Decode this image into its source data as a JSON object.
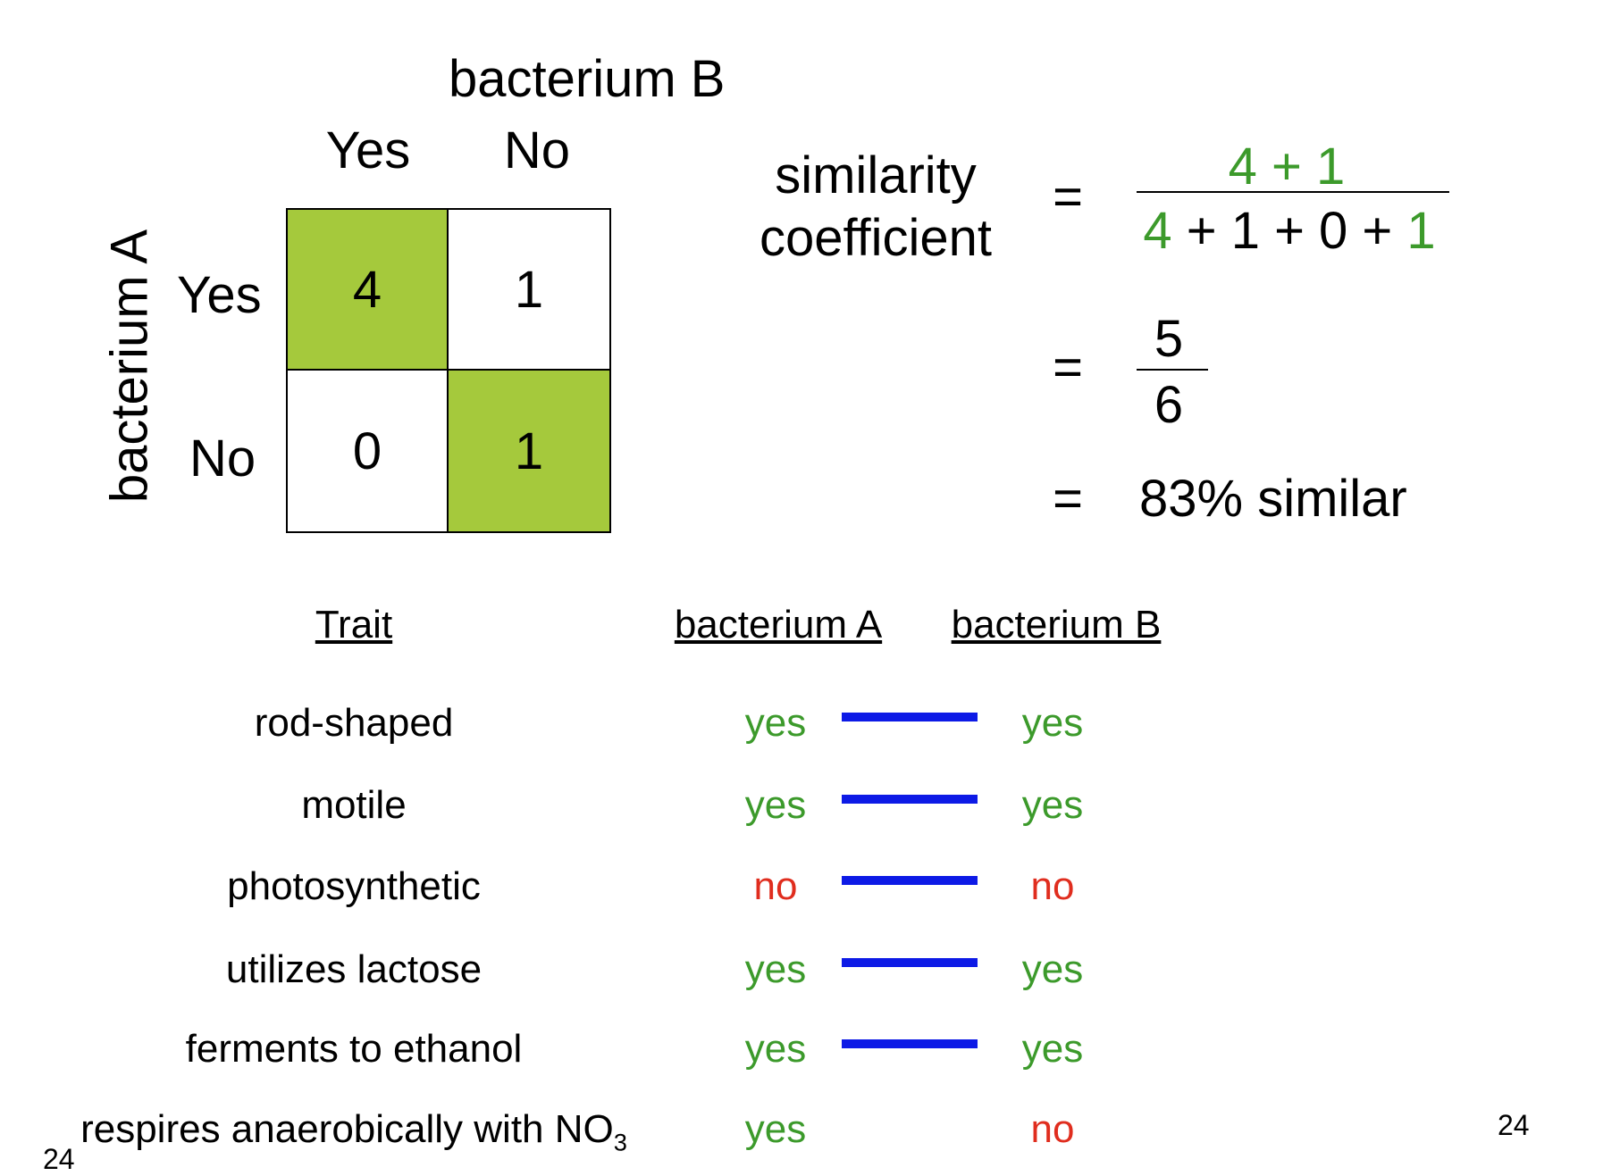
{
  "matrix": {
    "col_title": "bacterium B",
    "row_title": "bacterium A",
    "col_labels": [
      "Yes",
      "No"
    ],
    "row_labels": [
      "Yes",
      "No"
    ],
    "cells": [
      [
        "4",
        "1"
      ],
      [
        "0",
        "1"
      ]
    ],
    "match_color": "#a5c93c"
  },
  "formula": {
    "label_line1": "similarity",
    "label_line2": "coefficient",
    "equals": "=",
    "step1": {
      "numerator": [
        "4",
        " + ",
        "1"
      ],
      "denominator": [
        "4",
        " + 1 + 0 + ",
        "1"
      ]
    },
    "step2": {
      "numerator": "5",
      "denominator": "6"
    },
    "result": "83% similar"
  },
  "traits_table": {
    "headers": {
      "trait": "Trait",
      "a": "bacterium A",
      "b": "bacterium B"
    },
    "rows": [
      {
        "trait": "rod-shaped",
        "a": "yes",
        "b": "yes",
        "match": true
      },
      {
        "trait": "motile",
        "a": "yes",
        "b": "yes",
        "match": true
      },
      {
        "trait": "photosynthetic",
        "a": "no",
        "b": "no",
        "match": true
      },
      {
        "trait": "utilizes lactose",
        "a": "yes",
        "b": "yes",
        "match": true
      },
      {
        "trait": "ferments to ethanol",
        "a": "yes",
        "b": "yes",
        "match": true
      },
      {
        "trait": "respires anaerobically with NO",
        "trait_sub": "3",
        "a": "yes",
        "b": "no",
        "match": false
      }
    ]
  },
  "colors": {
    "yes": "#3c9a2b",
    "no": "#e02d1e",
    "match_line": "#0d1ae6"
  },
  "slide_number_right": "24",
  "slide_number_left": "24"
}
